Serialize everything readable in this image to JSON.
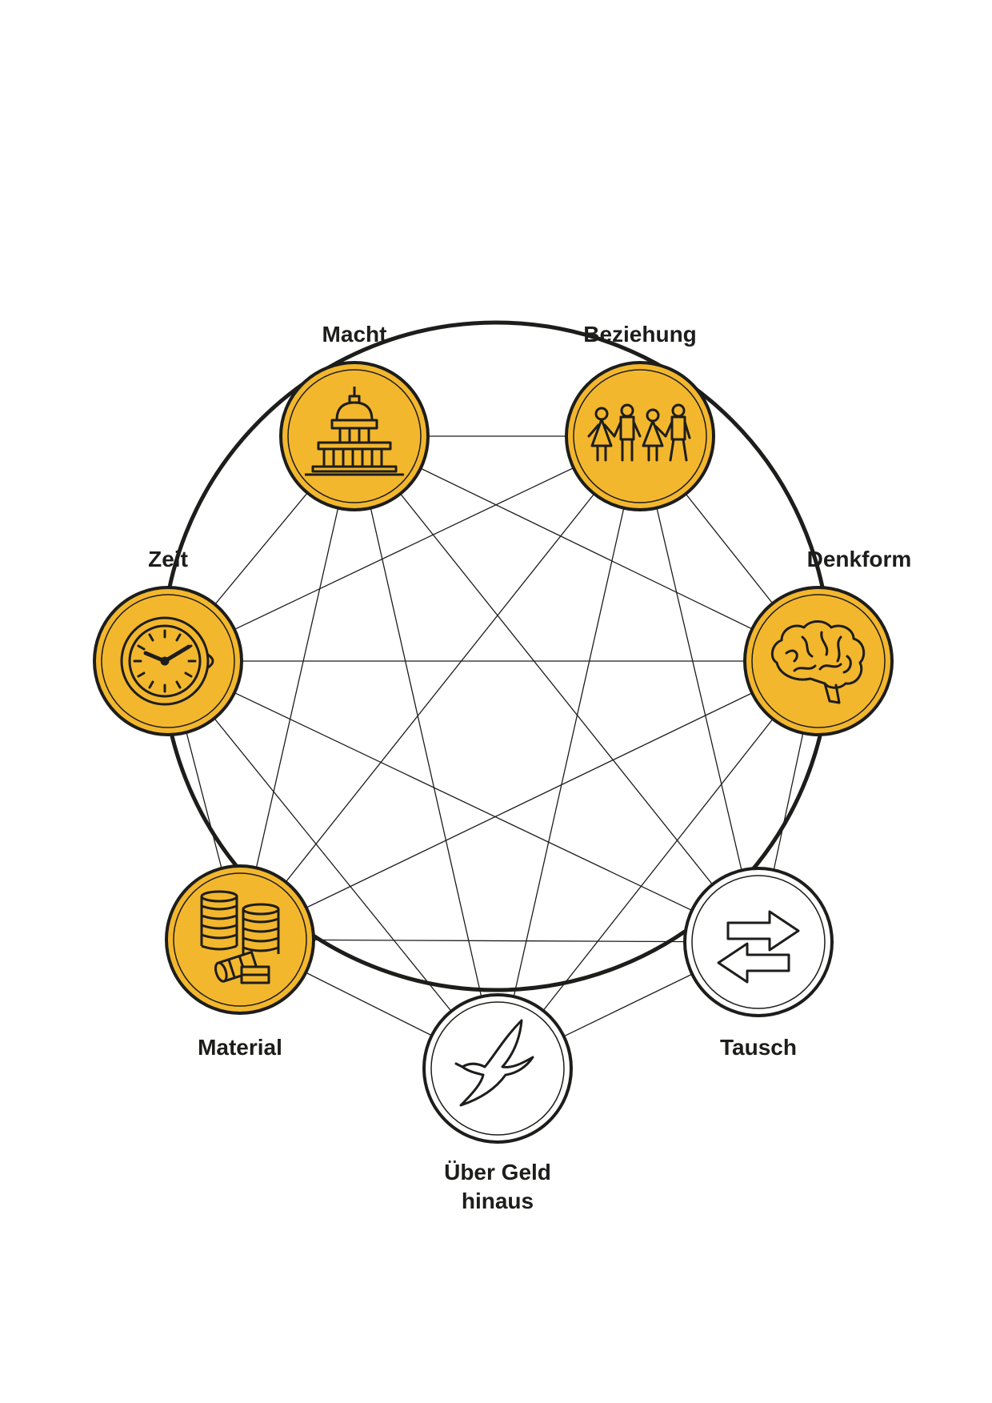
{
  "colors": {
    "gold": "#f3b72e",
    "white": "#ffffff",
    "ink": "#1d1d1b"
  },
  "nodes": [
    {
      "id": "macht",
      "label_lines": [
        "Macht"
      ],
      "icon": "capitol-building-icon",
      "fill": "gold"
    },
    {
      "id": "beziehung",
      "label_lines": [
        "Beziehung"
      ],
      "icon": "people-holding-hands-icon",
      "fill": "gold"
    },
    {
      "id": "denkform",
      "label_lines": [
        "Denkform"
      ],
      "icon": "brain-icon",
      "fill": "gold"
    },
    {
      "id": "tausch",
      "label_lines": [
        "Tausch"
      ],
      "icon": "exchange-arrows-icon",
      "fill": "white"
    },
    {
      "id": "ueber-geld",
      "label_lines": [
        "Über Geld",
        "hinaus"
      ],
      "icon": "flying-bird-icon",
      "fill": "white"
    },
    {
      "id": "material",
      "label_lines": [
        "Material"
      ],
      "icon": "coin-stacks-icon",
      "fill": "gold"
    },
    {
      "id": "zeit",
      "label_lines": [
        "Zeit"
      ],
      "icon": "clock-icon",
      "fill": "gold"
    }
  ],
  "edges": "complete"
}
